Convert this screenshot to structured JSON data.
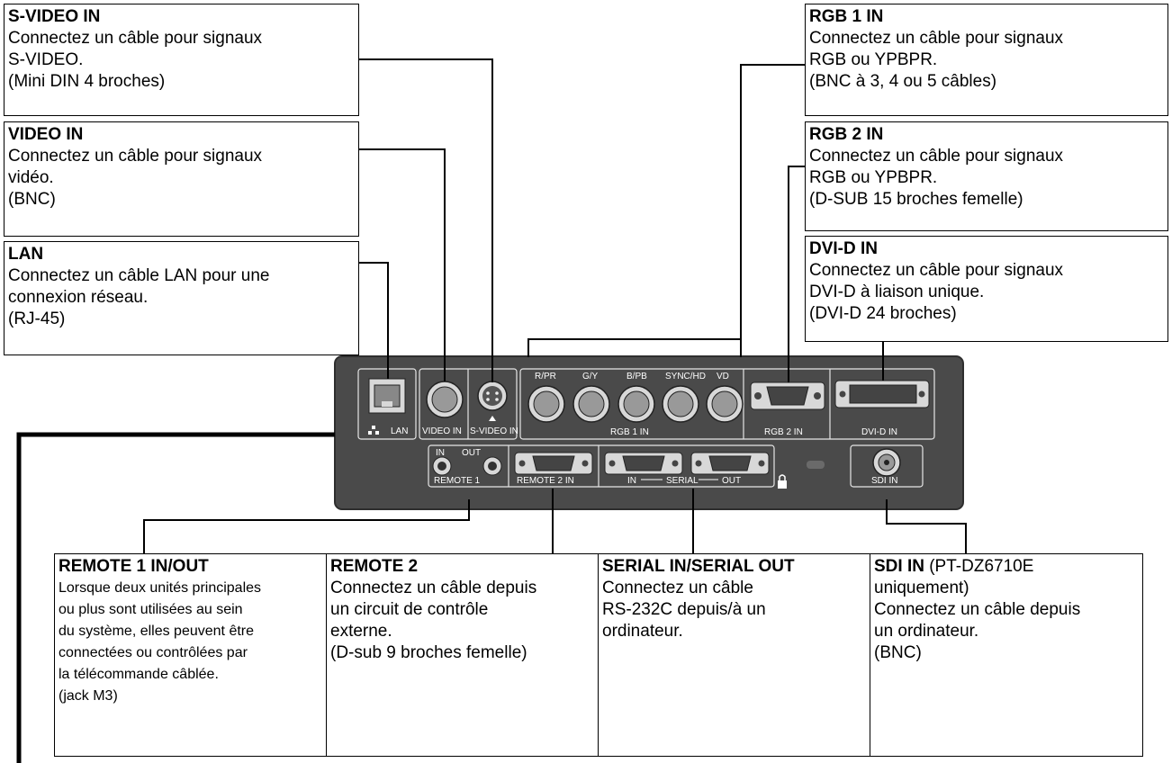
{
  "left_boxes": [
    {
      "title": "S-VIDEO IN",
      "lines": [
        "Connectez un câble pour signaux",
        "S-VIDEO.",
        "(Mini DIN 4 broches)"
      ]
    },
    {
      "title": "VIDEO IN",
      "lines": [
        "Connectez un câble pour signaux",
        "vidéo.",
        "(BNC)"
      ]
    },
    {
      "title": "LAN",
      "lines": [
        "Connectez un câble LAN pour une",
        "connexion réseau.",
        "(RJ-45)"
      ]
    }
  ],
  "right_boxes": [
    {
      "title": "RGB 1 IN",
      "lines": [
        "Connectez un câble pour signaux",
        "RGB ou YPBPR.",
        "(BNC à 3, 4 ou 5 câbles)"
      ]
    },
    {
      "title": "RGB 2 IN",
      "lines": [
        "Connectez un câble pour signaux",
        "RGB ou YPBPR.",
        "(D-SUB 15 broches femelle)"
      ]
    },
    {
      "title": "DVI-D IN",
      "lines": [
        "Connectez un câble pour signaux",
        "DVI-D à liaison unique.",
        "(DVI-D 24 broches)"
      ]
    }
  ],
  "bottom_boxes": [
    {
      "title": "REMOTE 1 IN/OUT",
      "lines": [
        "Lorsque deux unités principales",
        "ou plus sont utilisées au sein",
        "du système, elles peuvent être",
        "connectées ou contrôlées par",
        "la télécommande câblée.",
        "(jack M3)"
      ]
    },
    {
      "title": "REMOTE 2",
      "lines": [
        "Connectez un câble depuis",
        "un circuit de contrôle",
        "externe.",
        "(D-sub 9 broches femelle)"
      ]
    },
    {
      "title": "SERIAL IN/SERIAL OUT",
      "lines": [
        "Connectez un câble",
        "RS-232C depuis/à un",
        "ordinateur."
      ]
    },
    {
      "title": "SDI IN",
      "title_suffix": " (PT-DZ6710E",
      "lines": [
        "uniquement)",
        "Connectez un câble depuis",
        "un ordinateur.",
        "(BNC)"
      ]
    }
  ],
  "panel": {
    "lan": "LAN",
    "video_in": "VIDEO IN",
    "svideo_in": "S-VIDEO IN",
    "rgb_cols": [
      "R/PR",
      "G/Y",
      "B/PB",
      "SYNC/HD",
      "VD"
    ],
    "rgb1_in": "RGB 1 IN",
    "rgb2_in": "RGB 2 IN",
    "dvid_in": "DVI-D IN",
    "remote_in": "IN",
    "remote_out": "OUT",
    "remote1": "REMOTE 1",
    "remote2_in": "REMOTE 2 IN",
    "serial_in": "IN",
    "serial": "SERIAL",
    "serial_out": "OUT",
    "sdi_in": "SDI IN"
  },
  "colors": {
    "panel": "#4a4a4a",
    "panel_edge": "#2e2e2e",
    "connector": "#d8d8d8"
  }
}
